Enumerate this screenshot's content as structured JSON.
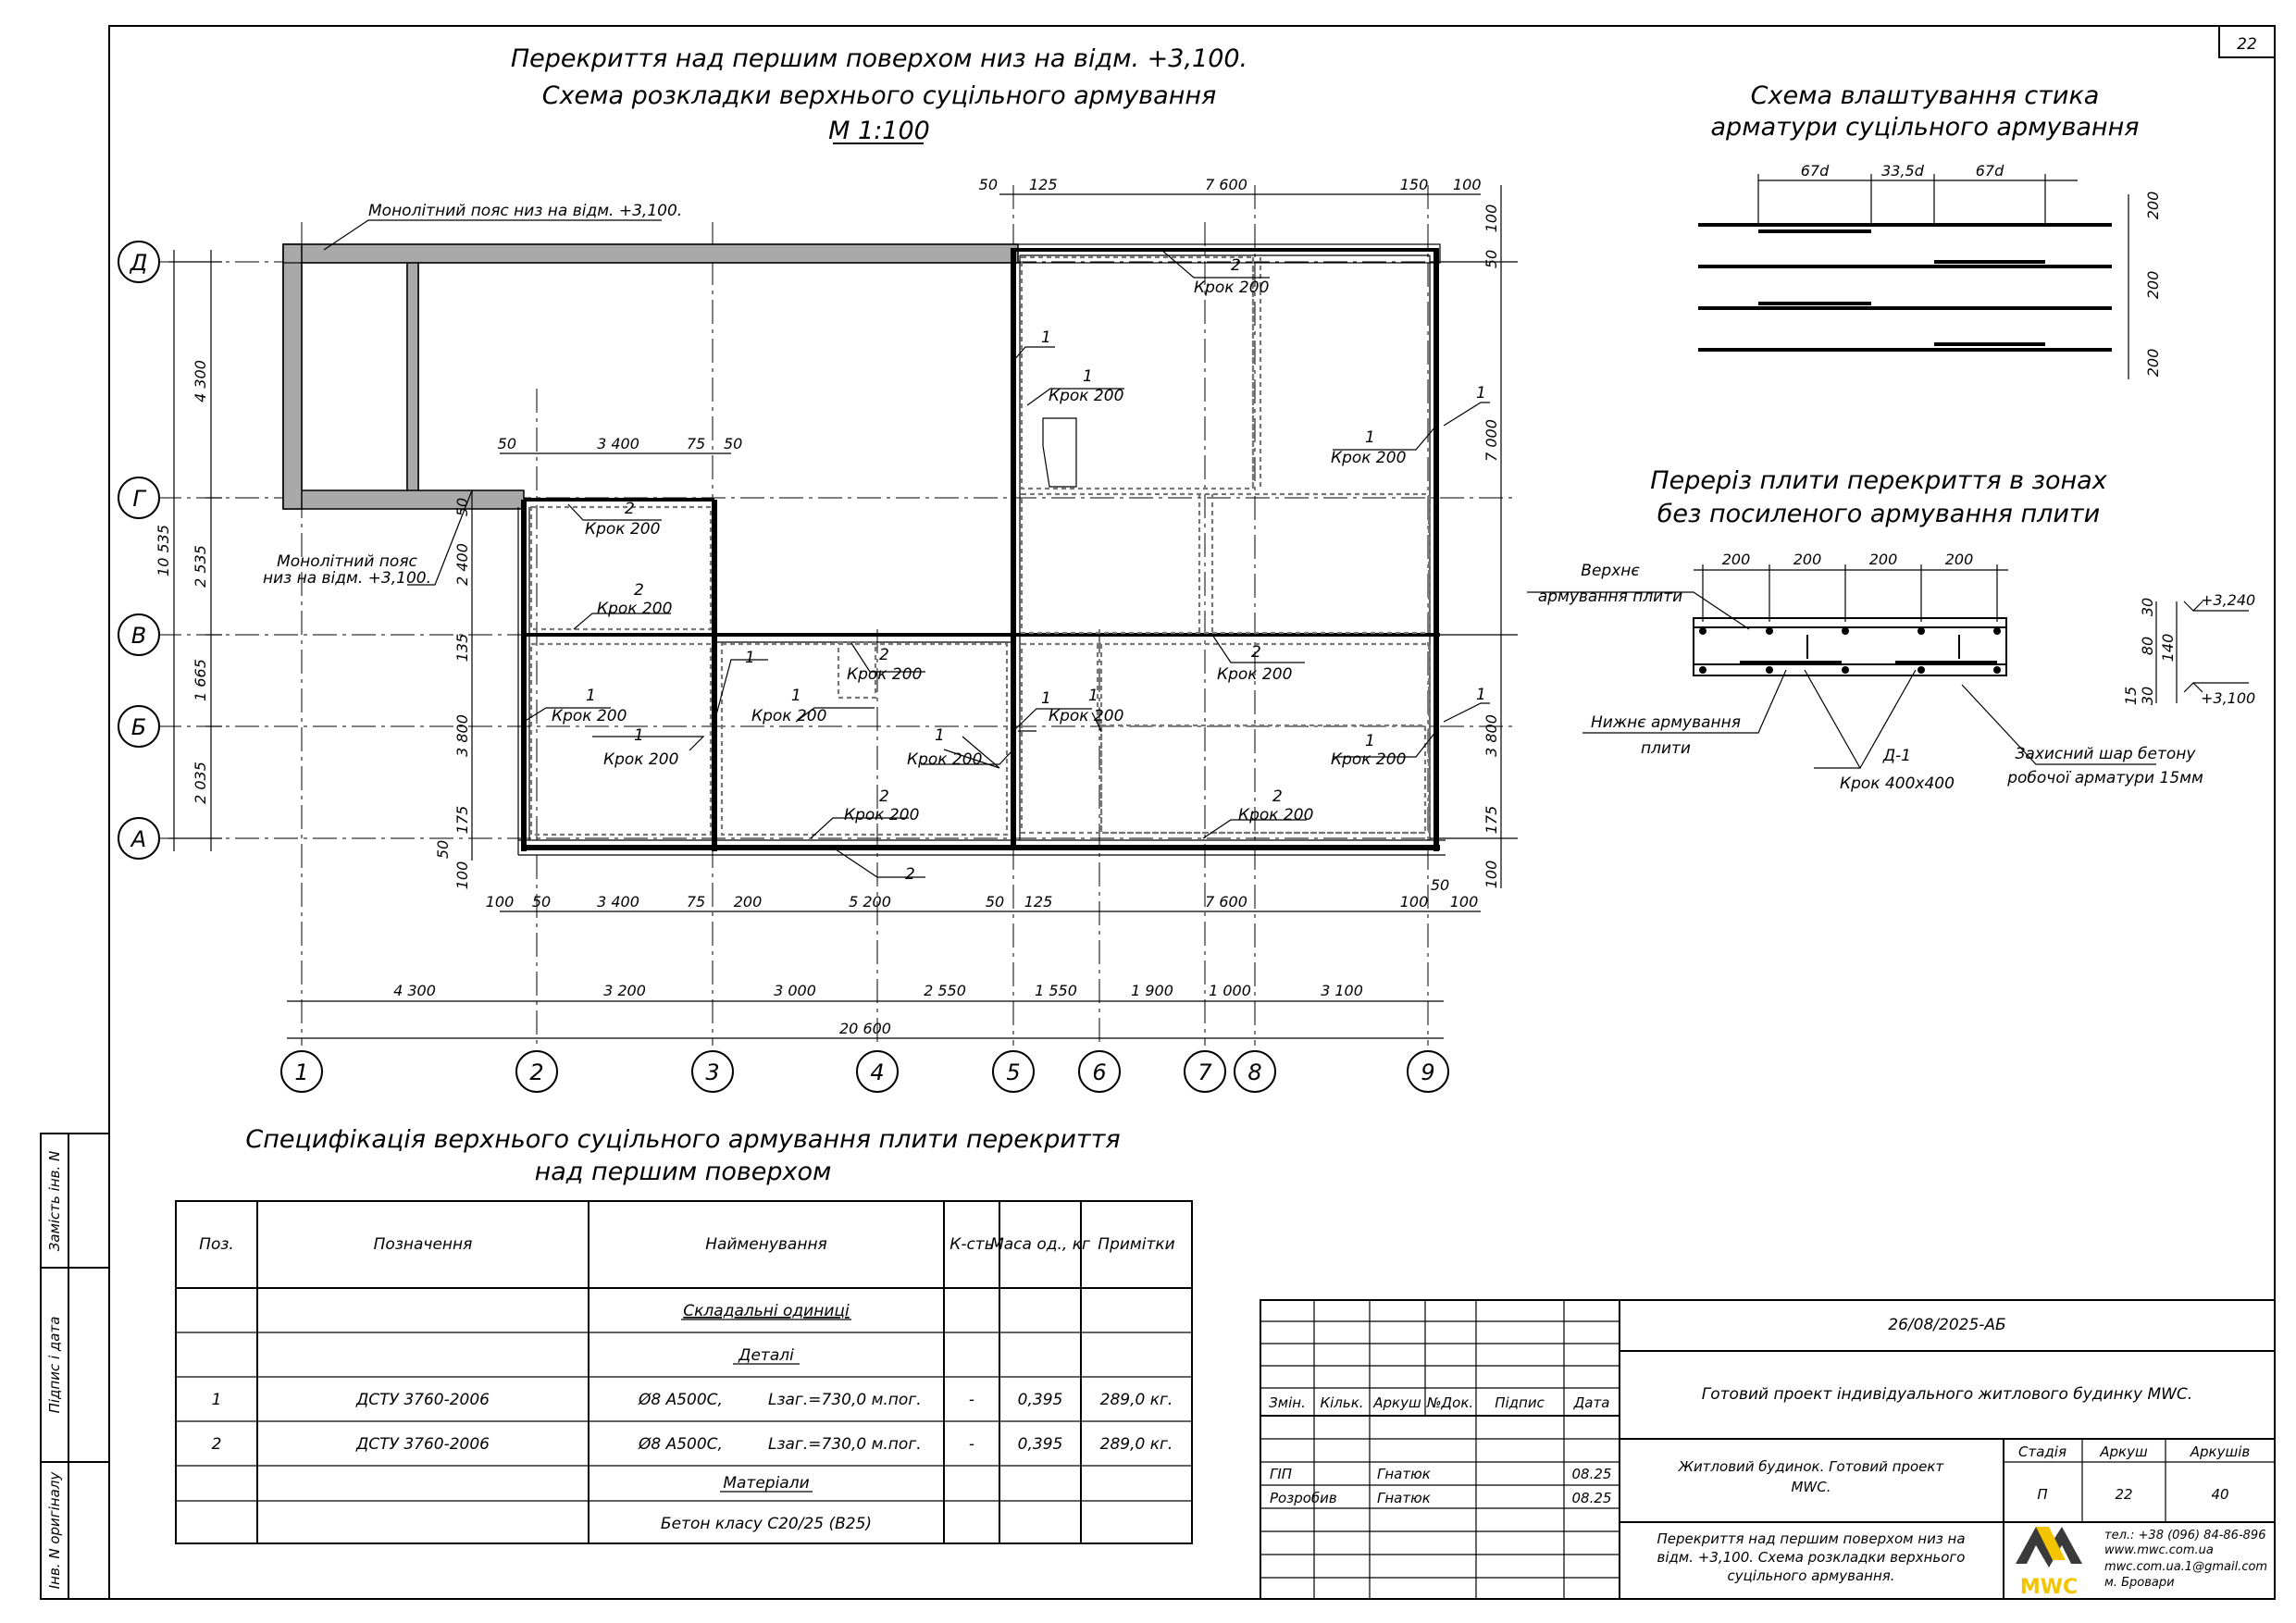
{
  "sheet_number": "22",
  "plan": {
    "title_line1": "Перекриття над першим поверхом низ на відм. +3,100.",
    "title_line2": "Схема розкладки верхнього суцільного армування",
    "scale": "М 1:100",
    "belt_label_top": "Монолітний пояс низ на відм. +3,100.",
    "belt_label_left_1": "Монолітний пояс",
    "belt_label_left_2": "низ на відм. +3,100.",
    "step_label": "Крок 200",
    "pos1": "1",
    "pos2": "2",
    "axes_rows": [
      "Д",
      "Г",
      "В",
      "Б",
      "А"
    ],
    "axes_cols": [
      "1",
      "2",
      "3",
      "4",
      "5",
      "6",
      "7",
      "8",
      "9"
    ],
    "left_dims": [
      "4 300",
      "2 535",
      "1 665",
      "2 035"
    ],
    "left_total": "10 535",
    "bottom_dims": [
      "4 300",
      "3 200",
      "3 000",
      "2 550",
      "1 550",
      "1 900",
      "1 000",
      "3 100"
    ],
    "bottom_total": "20 600",
    "top_dims_right": [
      "50",
      "125",
      "7 600",
      "150",
      "100"
    ],
    "top_dims_mid": [
      "50",
      "3 400",
      "75",
      "50"
    ],
    "lower_dims": [
      "100",
      "50",
      "3 400",
      "75",
      "200",
      "5 200",
      "50",
      "125",
      "7 600",
      "100",
      "100",
      "50"
    ],
    "right_dims": [
      "100",
      "50",
      "7 000",
      "3 800",
      "175",
      "100"
    ],
    "inner_left_dims": [
      "50",
      "2 400",
      "135",
      "3 800",
      "175",
      "50",
      "100"
    ]
  },
  "joint_scheme": {
    "title_line1": "Схема влаштування стика",
    "title_line2": "арматури суцільного армування",
    "dims_top": [
      "67d",
      "33,5d",
      "67d"
    ],
    "dims_right": [
      "200",
      "200",
      "200"
    ]
  },
  "section": {
    "title_line1": "Переріз плити перекриття в зонах",
    "title_line2": "без посиленого армування плити",
    "dims_top": [
      "200",
      "200",
      "200",
      "200"
    ],
    "top_rebar_1": "Верхнє",
    "top_rebar_2": "армування плити",
    "bottom_rebar_1": "Нижнє армування",
    "bottom_rebar_2": "плити",
    "detail_1": "Д-1",
    "detail_2": "Крок 400х400",
    "cover_1": "Захисний шар бетону",
    "cover_2": "робочої арматури 15мм",
    "dims_vert": [
      "30",
      "80",
      "140",
      "15",
      "30"
    ],
    "level_top": "+3,240",
    "level_bottom": "+3,100"
  },
  "spec": {
    "title_line1": "Специфікація верхнього суцільного армування плити перекриття",
    "title_line2": "над першим поверхом",
    "headers": [
      "Поз.",
      "Позначення",
      "Найменування",
      "К-сть",
      "Маса од., кг",
      "Примітки"
    ],
    "section_assemblies": "Складальні одиниці",
    "section_details": "Деталі",
    "section_materials": "Матеріали",
    "rows": [
      {
        "pos": "1",
        "code": "ДСТУ 3760-2006",
        "name": "Ø8 А500С,",
        "len": "Lзаг.=730,0 м.пог.",
        "qty": "-",
        "mass": "0,395",
        "note": "289,0 кг."
      },
      {
        "pos": "2",
        "code": "ДСТУ 3760-2006",
        "name": "Ø8 А500С,",
        "len": "Lзаг.=730,0 м.пог.",
        "qty": "-",
        "mass": "0,395",
        "note": "289,0 кг."
      }
    ],
    "material": "Бетон класу С20/25 (В25)"
  },
  "side_stamp": [
    "Замість інв. N",
    "Підпис і дата",
    "Інв. N оригіналу"
  ],
  "title_block": {
    "code": "26/08/2025-АБ",
    "project": "Готовий проект індивідуального житлового будинку MWC.",
    "col_headers": [
      "Змін.",
      "Кільк.",
      "Аркуш",
      "№Док.",
      "Підпис",
      "Дата"
    ],
    "role1": "ГІП",
    "name1": "Гнатюк",
    "date1": "08.25",
    "role2": "Розробив",
    "name2": "Гнатюк",
    "date2": "08.25",
    "building_1": "Житловий будинок. Готовий проект",
    "building_2": "MWC.",
    "stage_label": "Стадія",
    "sheet_label": "Аркуш",
    "sheets_label": "Аркушів",
    "stage": "П",
    "sheet": "22",
    "sheets": "40",
    "desc_1": "Перекриття над першим поверхом низ на",
    "desc_2": "відм. +3,100. Схема розкладки верхнього",
    "desc_3": "суцільного армування.",
    "logo_text": "MWC",
    "contact_1": "тел.: +38 (096) 84-86-896",
    "contact_2": "www.mwc.com.ua",
    "contact_3": "mwc.com.ua.1@gmail.com",
    "contact_4": "м. Бровари"
  },
  "colors": {
    "ink": "#000000",
    "belt": "#a9a9a9",
    "logo_yellow": "#f5c400",
    "logo_dark": "#3a3a3a"
  }
}
